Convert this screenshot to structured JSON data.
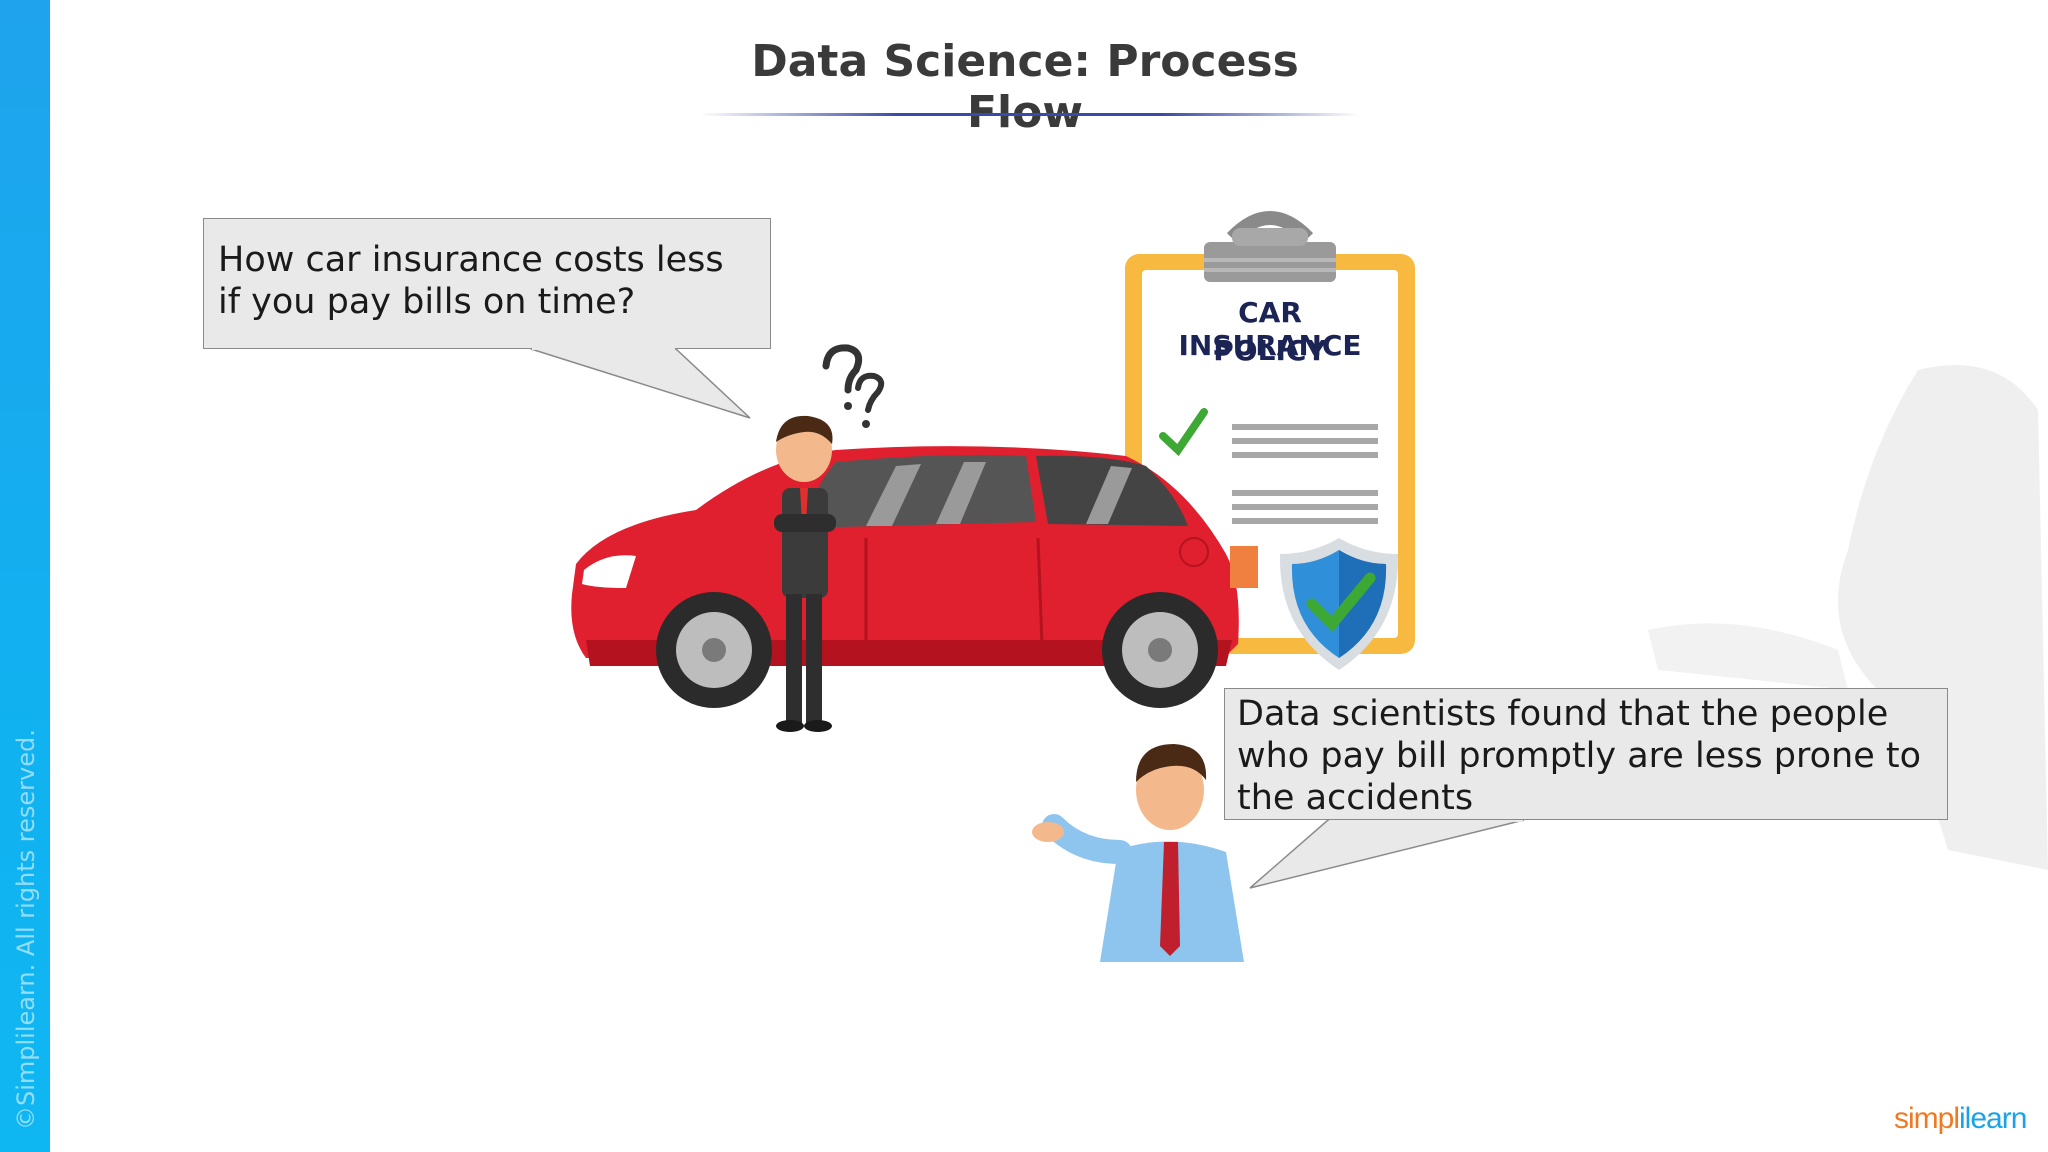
{
  "slide": {
    "title": "Data Science: Process Flow",
    "copyright": "©Simplilearn. All rights reserved."
  },
  "bubbles": {
    "question": "How car insurance costs less if you pay bills on time?",
    "answer": "Data scientists found that the people who pay bill promptly are less prone to the accidents"
  },
  "policy": {
    "line1": "CAR INSURANCE",
    "line2": "POLICY"
  },
  "brand": {
    "part1": "simpl",
    "part2": "ilearn"
  },
  "icons": [
    "question-marks-icon",
    "check-icon",
    "shield-check-icon",
    "clipboard-icon",
    "car-icon"
  ],
  "colors": {
    "side_strip": "#1fa3ec",
    "car_red": "#e0202e",
    "clipboard_frame": "#f7b940",
    "shield_blue": "#2f8fd8",
    "check_green": "#3ea835",
    "title_rule": "#3b4aa8"
  }
}
